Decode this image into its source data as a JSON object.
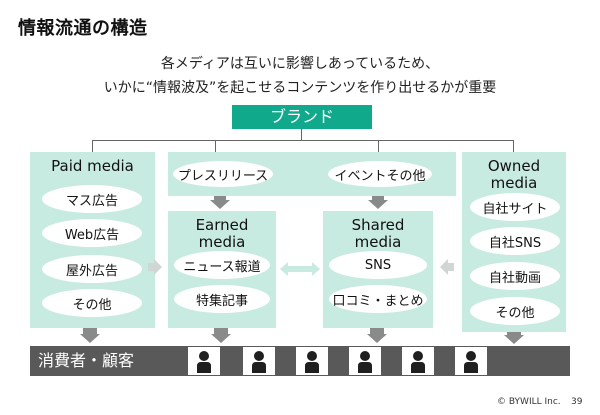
{
  "title": "情報流通の構造",
  "subtitle": {
    "line1": "各メディアは互いに影響しあっているため、",
    "line2": "いかに“情報波及”を起こせるコンテンツを作り出せるかが重要"
  },
  "brand": "ブランド",
  "top_banners": [
    "プレスリリース",
    "イベントその他"
  ],
  "paid": {
    "head": "Paid media",
    "items": [
      "マス広告",
      "Web広告",
      "屋外広告",
      "その他"
    ]
  },
  "earned": {
    "head_line1": "Earned",
    "head_line2": "media",
    "items": [
      "ニュース報道",
      "特集記事"
    ]
  },
  "shared": {
    "head_line1": "Shared",
    "head_line2": "media",
    "items": [
      "SNS",
      "口コミ・まとめ"
    ]
  },
  "owned": {
    "head_line1": "Owned",
    "head_line2": "media",
    "items": [
      "自社サイト",
      "自社SNS",
      "自社動画",
      "その他"
    ]
  },
  "consumers_label": "消費者・顧客",
  "footer": {
    "copyright": "© BYWILL Inc.",
    "page": "39"
  },
  "colors": {
    "brand": "#10a98b",
    "panel": "#c8ebe1",
    "consumer_bar": "#595959",
    "arrow": "#8a8a8a"
  }
}
